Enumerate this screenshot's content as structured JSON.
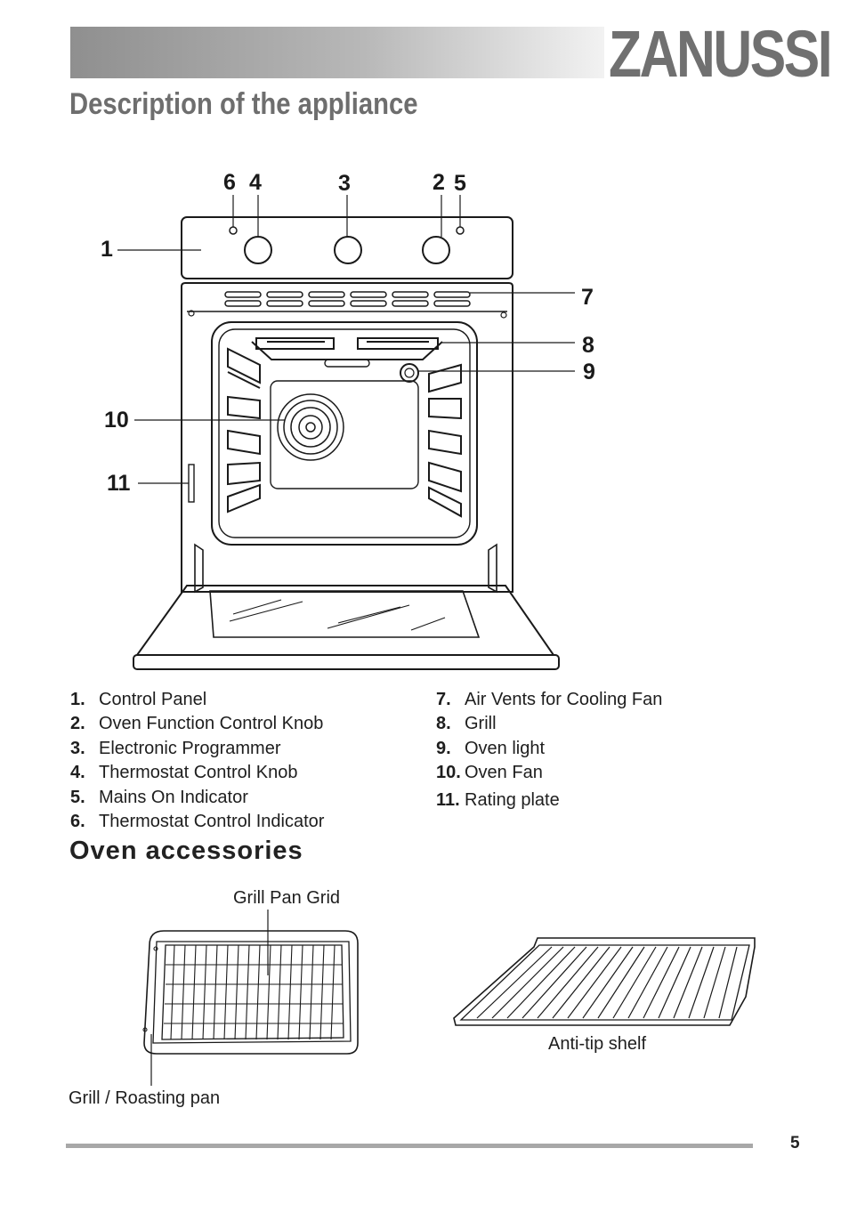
{
  "header": {
    "brand": "ZANUSSI"
  },
  "page_title": "Description of the appliance",
  "callouts": {
    "c1": "1",
    "c2": "2",
    "c3": "3",
    "c4": "4",
    "c5": "5",
    "c6": "6",
    "c7": "7",
    "c8": "8",
    "c9": "9",
    "c10": "10",
    "c11": "11"
  },
  "legend": {
    "left": [
      {
        "num": "1.",
        "label": "Control Panel"
      },
      {
        "num": "2.",
        "label": "Oven Function Control Knob"
      },
      {
        "num": "3.",
        "label": "Electronic Programmer"
      },
      {
        "num": "4.",
        "label": "Thermostat Control Knob"
      },
      {
        "num": "5.",
        "label": "Mains On Indicator"
      },
      {
        "num": "6.",
        "label": "Thermostat Control Indicator"
      }
    ],
    "right": [
      {
        "num": "7.",
        "label": "Air Vents for Cooling Fan"
      },
      {
        "num": "8.",
        "label": "Grill"
      },
      {
        "num": "9.",
        "label": "Oven light"
      },
      {
        "num": "10.",
        "label": "Oven Fan"
      },
      {
        "num": "11.",
        "label": "Rating plate"
      }
    ]
  },
  "accessories": {
    "title": "Oven accessories",
    "grill_pan_grid": "Grill Pan Grid",
    "roasting_pan": "Grill / Roasting pan",
    "anti_tip_shelf": "Anti-tip shelf"
  },
  "footer": {
    "page_number": "5"
  },
  "colors": {
    "header_gradient_start": "#8f8f8f",
    "header_gradient_end": "#f2f2f2",
    "brand": "#707070",
    "title": "#6e6e6e",
    "footer_rule": "#a8a8a8"
  }
}
